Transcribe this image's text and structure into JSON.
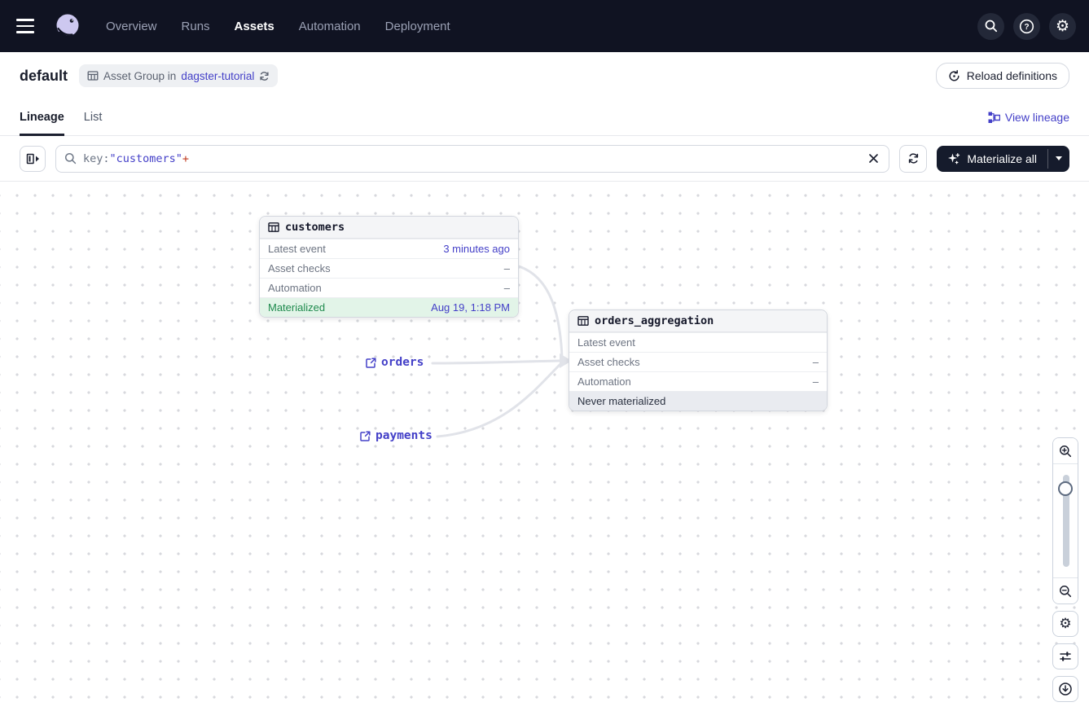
{
  "colors": {
    "accent": "#4440C8",
    "nav_bg": "#101322",
    "green": "#1E8A4D",
    "green_bg": "#E2F4E8",
    "red": "#BF3A1F",
    "edge": "#E1E3E9",
    "dark_button": "#151B2C"
  },
  "nav": {
    "items": [
      {
        "label": "Overview"
      },
      {
        "label": "Runs"
      },
      {
        "label": "Assets"
      },
      {
        "label": "Automation"
      },
      {
        "label": "Deployment"
      }
    ],
    "active": "Assets"
  },
  "header": {
    "title": "default",
    "badge": {
      "prefix": "Asset Group in",
      "repo_link": "dagster-tutorial"
    },
    "reload_button_label": "Reload definitions"
  },
  "tabs": {
    "lineage": "Lineage",
    "list": "List",
    "view_lineage_label": "View lineage"
  },
  "toolbar": {
    "search": {
      "key_part": "key:",
      "quoted_part": "\"customers\"",
      "plus_part": "+"
    },
    "materialize_label": "Materialize all"
  },
  "graph": {
    "nodes": [
      {
        "name": "customers",
        "rows": [
          {
            "label": "Latest event",
            "value": "3 minutes ago"
          },
          {
            "label": "Asset checks",
            "value": "–"
          },
          {
            "label": "Automation",
            "value": "–"
          }
        ],
        "status": {
          "label": "Materialized",
          "value": "Aug 19, 1:18 PM"
        }
      },
      {
        "name": "orders_aggregation",
        "rows": [
          {
            "label": "Latest event",
            "value": ""
          },
          {
            "label": "Asset checks",
            "value": "–"
          },
          {
            "label": "Automation",
            "value": "–"
          }
        ],
        "status": {
          "label": "Never materialized",
          "value": ""
        }
      }
    ],
    "external_assets": [
      {
        "name": "orders"
      },
      {
        "name": "payments"
      }
    ]
  }
}
